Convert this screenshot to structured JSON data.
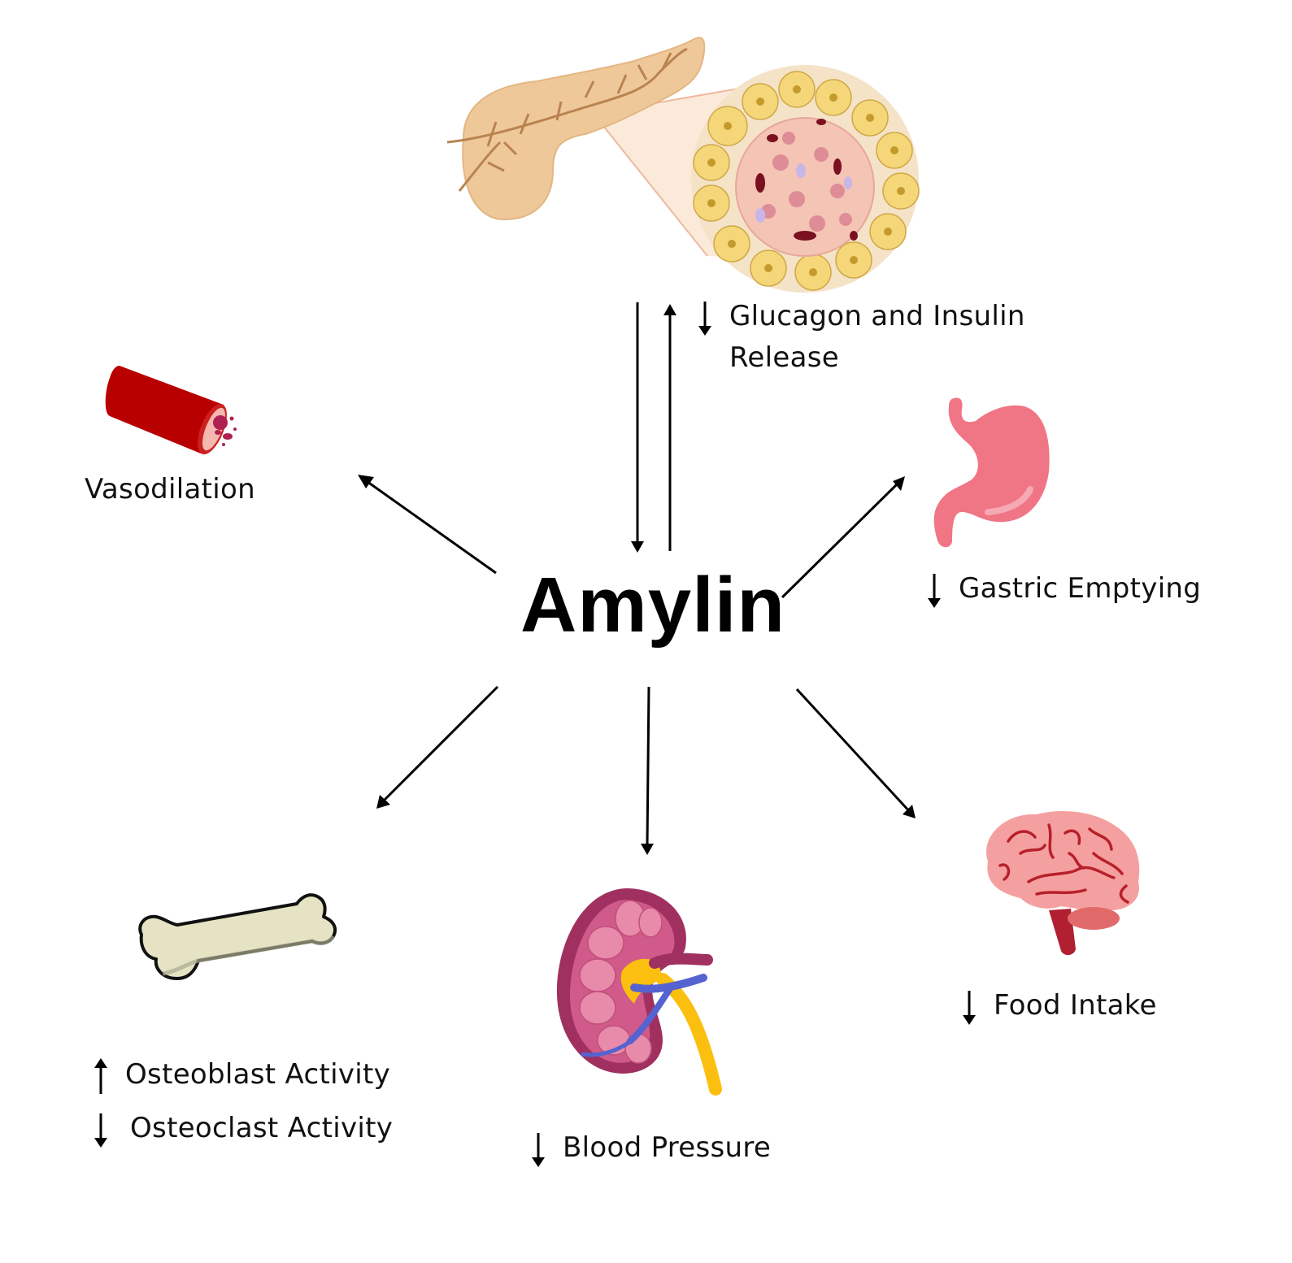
{
  "diagram": {
    "center": {
      "label": "Amylin"
    },
    "nodes": {
      "pancreas": {
        "name": "Pancreas with islet",
        "effect_direction": "decrease",
        "effect_line1": "Glucagon and Insulin",
        "effect_line2": "Release"
      },
      "blood_vessel": {
        "name": "Blood vessel",
        "effect_direction": "none",
        "effect": "Vasodilation"
      },
      "stomach": {
        "name": "Stomach",
        "effect_direction": "decrease",
        "effect": "Gastric Emptying"
      },
      "brain": {
        "name": "Brain",
        "effect_direction": "decrease",
        "effect": "Food Intake"
      },
      "kidney": {
        "name": "Kidney",
        "effect_direction": "decrease",
        "effect": "Blood Pressure"
      },
      "bone": {
        "name": "Bone",
        "effects": [
          {
            "direction": "increase",
            "text": "Osteoblast Activity"
          },
          {
            "direction": "decrease",
            "text": "Osteoclast Activity"
          }
        ]
      }
    },
    "connections": [
      {
        "from": "pancreas",
        "to": "Amylin",
        "direction": "to-center"
      },
      {
        "from": "Amylin",
        "to": "pancreas",
        "direction": "from-center"
      },
      {
        "from": "Amylin",
        "to": "blood_vessel",
        "direction": "from-center"
      },
      {
        "from": "Amylin",
        "to": "stomach",
        "direction": "from-center"
      },
      {
        "from": "Amylin",
        "to": "brain",
        "direction": "from-center"
      },
      {
        "from": "Amylin",
        "to": "kidney",
        "direction": "from-center"
      },
      {
        "from": "Amylin",
        "to": "bone",
        "direction": "from-center"
      }
    ],
    "colors": {
      "pancreas": "#efc89a",
      "islet": "#f2b8b0",
      "acinus": "#f5d77a",
      "vessel": "#b80000",
      "stomach": "#f07585",
      "brain": "#f5a0a0",
      "brain_lines": "#b8202a",
      "kidney": "#b0385f",
      "ureter": "#fbbf10",
      "vein": "#5563d0",
      "bone": "#e6e3c4",
      "arrow": "#000000"
    }
  }
}
